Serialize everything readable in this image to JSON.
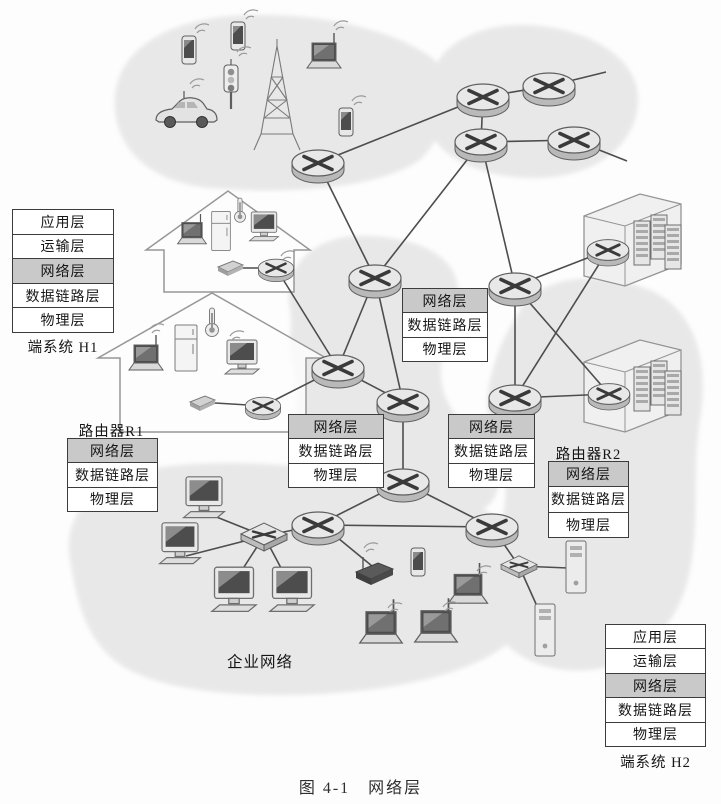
{
  "caption": "图 4-1　网络层",
  "labels": {
    "enterprise_network": "企业网络",
    "end_system_h1": "端系统 H1",
    "router_r1": "路由器R1",
    "router_r2": "路由器R2",
    "end_system_h2": "端系统 H2"
  },
  "stacks": {
    "h1": {
      "label": "端系统 H1",
      "rows": [
        "应用层",
        "运输层",
        "网络层",
        "数据链路层",
        "物理层"
      ],
      "highlighted_row": "网络层"
    },
    "router_r1": {
      "label": "路由器R1",
      "rows": [
        "网络层",
        "数据链路层",
        "物理层"
      ],
      "highlighted_row": "网络层"
    },
    "core_top": {
      "rows": [
        "网络层",
        "数据链路层",
        "物理层"
      ],
      "highlighted_row": "网络层"
    },
    "core_left": {
      "rows": [
        "网络层",
        "数据链路层",
        "物理层"
      ],
      "highlighted_row": "网络层"
    },
    "core_right": {
      "rows": [
        "网络层",
        "数据链路层",
        "物理层"
      ],
      "highlighted_row": "网络层"
    },
    "router_r2": {
      "label": "路由器R2",
      "rows": [
        "网络层",
        "数据链路层",
        "物理层"
      ],
      "highlighted_row": "网络层"
    },
    "h2": {
      "label": "端系统 H2",
      "rows": [
        "应用层",
        "运输层",
        "网络层",
        "数据链路层",
        "物理层"
      ],
      "highlighted_row": "网络层"
    }
  },
  "colors": {
    "cloud": "#d8d8d8",
    "highlight_row": "#c9c9c9",
    "table_border": "#3c3c3c",
    "link_line": "#4d4d4d"
  },
  "icons": {
    "router": "ellipse-with-crossed-arrows",
    "switch": "flat-box-with-crossed-arrows",
    "desktop": "monitor-with-keyboard",
    "laptop": "laptop-with-antenna",
    "smartphone": "phone",
    "server_rack": "striped-rack",
    "server_tower": "tower-case",
    "refrigerator": "fridge",
    "thermometer": "thermometer",
    "car": "car-with-antenna",
    "traffic_light": "traffic-light",
    "radio_tower": "lattice-tower",
    "access_point": "wireless-box",
    "house": "house-outline",
    "datacenter": "server-room"
  }
}
